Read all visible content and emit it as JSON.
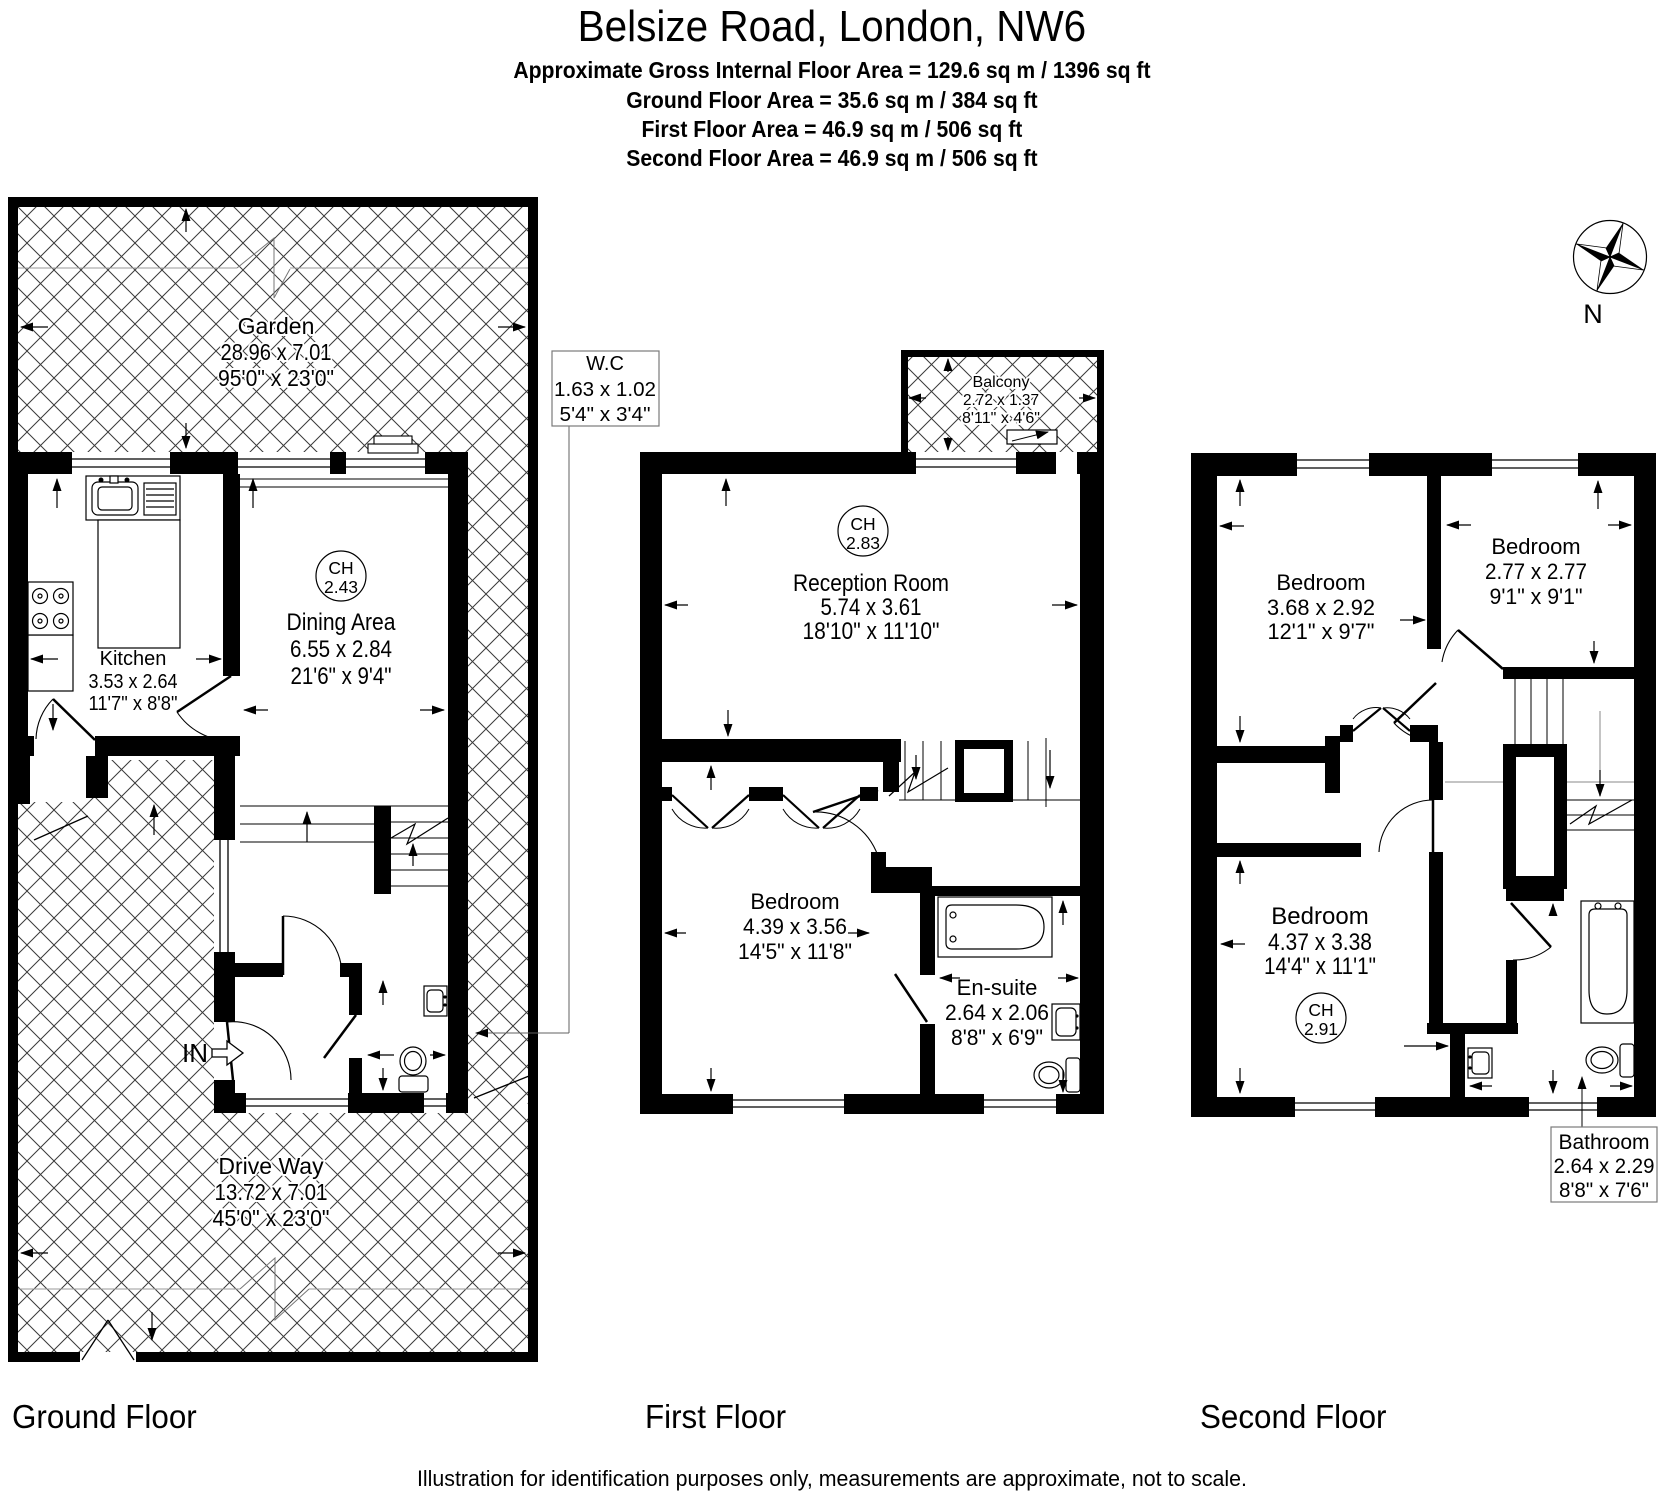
{
  "header": {
    "title": "Belsize Road, London, NW6",
    "summary": [
      "Approximate Gross Internal Floor Area = 129.6 sq m / 1396 sq ft",
      "Ground Floor Area = 35.6 sq m / 384 sq ft",
      "First Floor Area = 46.9 sq m / 506 sq ft",
      "Second Floor Area = 46.9 sq m / 506 sq ft"
    ]
  },
  "footer": "Illustration for identification purposes only, measurements are approximate, not to scale.",
  "compass": {
    "label": "N"
  },
  "entrance": {
    "label": "IN"
  },
  "floors": {
    "ground": {
      "label": "Ground Floor",
      "garden": {
        "name": "Garden",
        "metric": "28.96 x 7.01",
        "imperial": "95'0\" x 23'0\""
      },
      "kitchen": {
        "name": "Kitchen",
        "metric": "3.53 x 2.64",
        "imperial": "11'7\" x 8'8\""
      },
      "dining": {
        "name": "Dining Area",
        "metric": "6.55 x 2.84",
        "imperial": "21'6\" x 9'4\""
      },
      "driveway": {
        "name": "Drive Way",
        "metric": "13.72 x 7.01",
        "imperial": "45'0\" x 23'0\""
      },
      "ch": {
        "label": "CH",
        "value": "2.43"
      }
    },
    "first": {
      "label": "First Floor",
      "wc": {
        "name": "W.C",
        "metric": "1.63 x 1.02",
        "imperial": "5'4\" x 3'4\""
      },
      "balcony": {
        "name": "Balcony",
        "metric": "2.72 x 1.37",
        "imperial": "8'11\" x 4'6\""
      },
      "reception": {
        "name": "Reception Room",
        "metric": "5.74 x 3.61",
        "imperial": "18'10\" x 11'10\""
      },
      "bedroom": {
        "name": "Bedroom",
        "metric": "4.39 x 3.56",
        "imperial": "14'5\" x 11'8\""
      },
      "ensuite": {
        "name": "En-suite",
        "metric": "2.64 x 2.06",
        "imperial": "8'8\" x 6'9\""
      },
      "ch": {
        "label": "CH",
        "value": "2.83"
      }
    },
    "second": {
      "label": "Second Floor",
      "bedroom1": {
        "name": "Bedroom",
        "metric": "3.68 x 2.92",
        "imperial": "12'1\" x 9'7\""
      },
      "bedroom2": {
        "name": "Bedroom",
        "metric": "2.77 x 2.77",
        "imperial": "9'1\" x 9'1\""
      },
      "bedroom3": {
        "name": "Bedroom",
        "metric": "4.37 x 3.38",
        "imperial": "14'4\" x 11'1\""
      },
      "bathroom": {
        "name": "Bathroom",
        "metric": "2.64 x 2.29",
        "imperial": "8'8\" x 7'6\""
      },
      "ch": {
        "label": "CH",
        "value": "2.91"
      }
    }
  }
}
